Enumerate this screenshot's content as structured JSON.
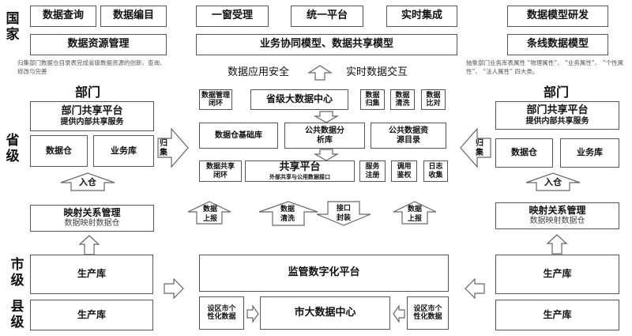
{
  "national": {
    "level_label": "国家",
    "left": {
      "query": "数据查询",
      "catalog": "数据编目",
      "resource_mgmt": "数据资源管理",
      "note": "归集部门数据仓目录表完成省级数据资源的创新、查询、修改与完善"
    },
    "center": {
      "one_window": "一窗受理",
      "unified_platform": "统一平台",
      "realtime_integration": "实时集成",
      "models": "业务协同模型、数据共享模型"
    },
    "right": {
      "model_dev": "数据模型研发",
      "line_model": "条线数据模型",
      "note": "抽象部门业务库表属性 “物理属性”、 “业务属性”、 “个性属性”、 “法人属性” 四大类。"
    },
    "security": "数据应用安全",
    "realtime_exchange": "实时数据交互"
  },
  "province": {
    "level_label": "省级",
    "left_dept": {
      "title": "部门",
      "platform": "部门共享平台",
      "platform_sub": "提供内部共享服务",
      "warehouse": "数据仓",
      "business_db": "业务库",
      "collect_arrow": "归集",
      "into_warehouse": "入仓",
      "mapping": "映射关系管理",
      "mapping_sub": "数据映射数据仓"
    },
    "right_dept": {
      "title": "部门",
      "platform": "部门共享平台",
      "platform_sub": "提供内部共享服务",
      "warehouse": "数据仓",
      "business_db": "业务库",
      "collect_arrow": "归集",
      "into_warehouse": "入仓",
      "mapping": "映射关系管理",
      "mapping_sub": "数据映射数据仓"
    },
    "center": {
      "mgmt_loop": "数据管理闭环",
      "big_data_center": "省级大数据中心",
      "collect": "数据归集",
      "clean": "数据清洗",
      "compare": "数据比对",
      "warehouse_base": "数据仓基础库",
      "public_analysis": "公共数据分析库",
      "public_catalog": "公共数据资源目录",
      "share_loop": "数据共享闭环",
      "share_platform": "共享平台",
      "share_platform_sub": "外部共享与公用数据接口",
      "service_register": "服务注册",
      "call_auth": "调用鉴权",
      "log_collect": "日志收集",
      "report_left": "数据上报",
      "cleaning": "数据清洗",
      "interface_pack": "接口封装",
      "report_right": "数据上报"
    }
  },
  "city": {
    "level_label": "市级",
    "left_prod": "生产库",
    "right_prod": "生产库",
    "supervision": "监管数字化平台",
    "city_center": "市大数据中心",
    "left_personal": "设区市个性化数据",
    "right_personal": "设区市个性化数据"
  },
  "county": {
    "level_label": "县级",
    "left_prod": "生产库",
    "right_prod": "生产库"
  }
}
